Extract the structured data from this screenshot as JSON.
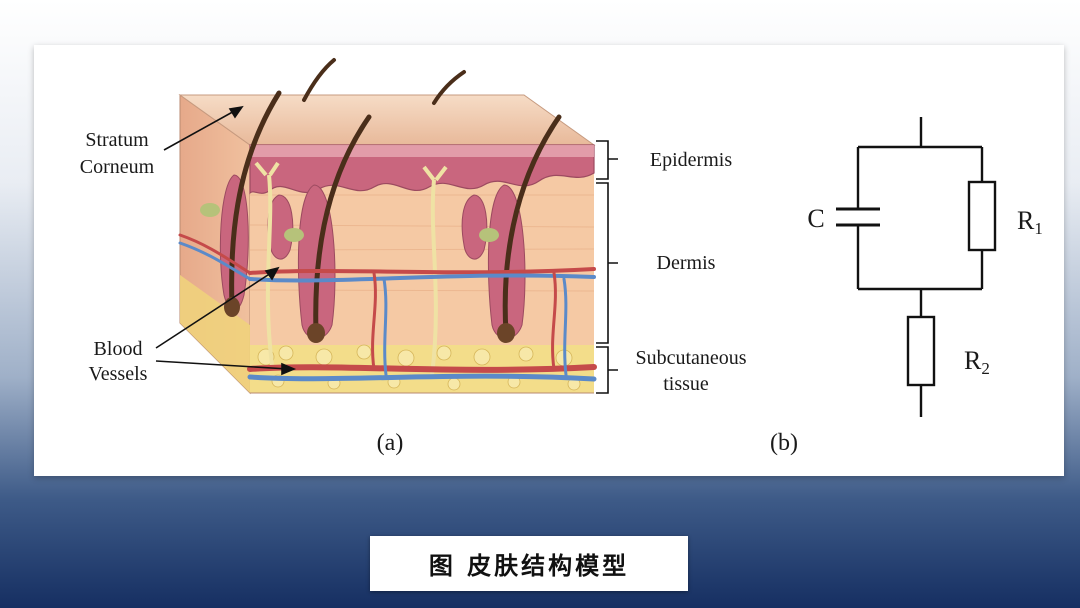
{
  "labels": {
    "stratum_corneum_1": "Stratum",
    "stratum_corneum_2": "Corneum",
    "blood_vessels_1": "Blood",
    "blood_vessels_2": "Vessels",
    "epidermis": "Epidermis",
    "dermis": "Dermis",
    "subcutaneous_1": "Subcutaneous",
    "subcutaneous_2": "tissue",
    "panel_a": "(a)",
    "panel_b": "(b)"
  },
  "circuit": {
    "capacitor": "C",
    "resistor1_main": "R",
    "resistor1_sub": "1",
    "resistor2_main": "R",
    "resistor2_sub": "2"
  },
  "caption": "图 皮肤结构模型",
  "colors": {
    "epidermis_top": "#f3d2b8",
    "dermis": "#f5c9a4",
    "pink_layer": "#c9667e",
    "hair": "#4a2e1a",
    "artery": "#c54a4a",
    "vein": "#5b8ac9",
    "fat": "#f3dd8a",
    "nerve": "#efe2a4"
  }
}
